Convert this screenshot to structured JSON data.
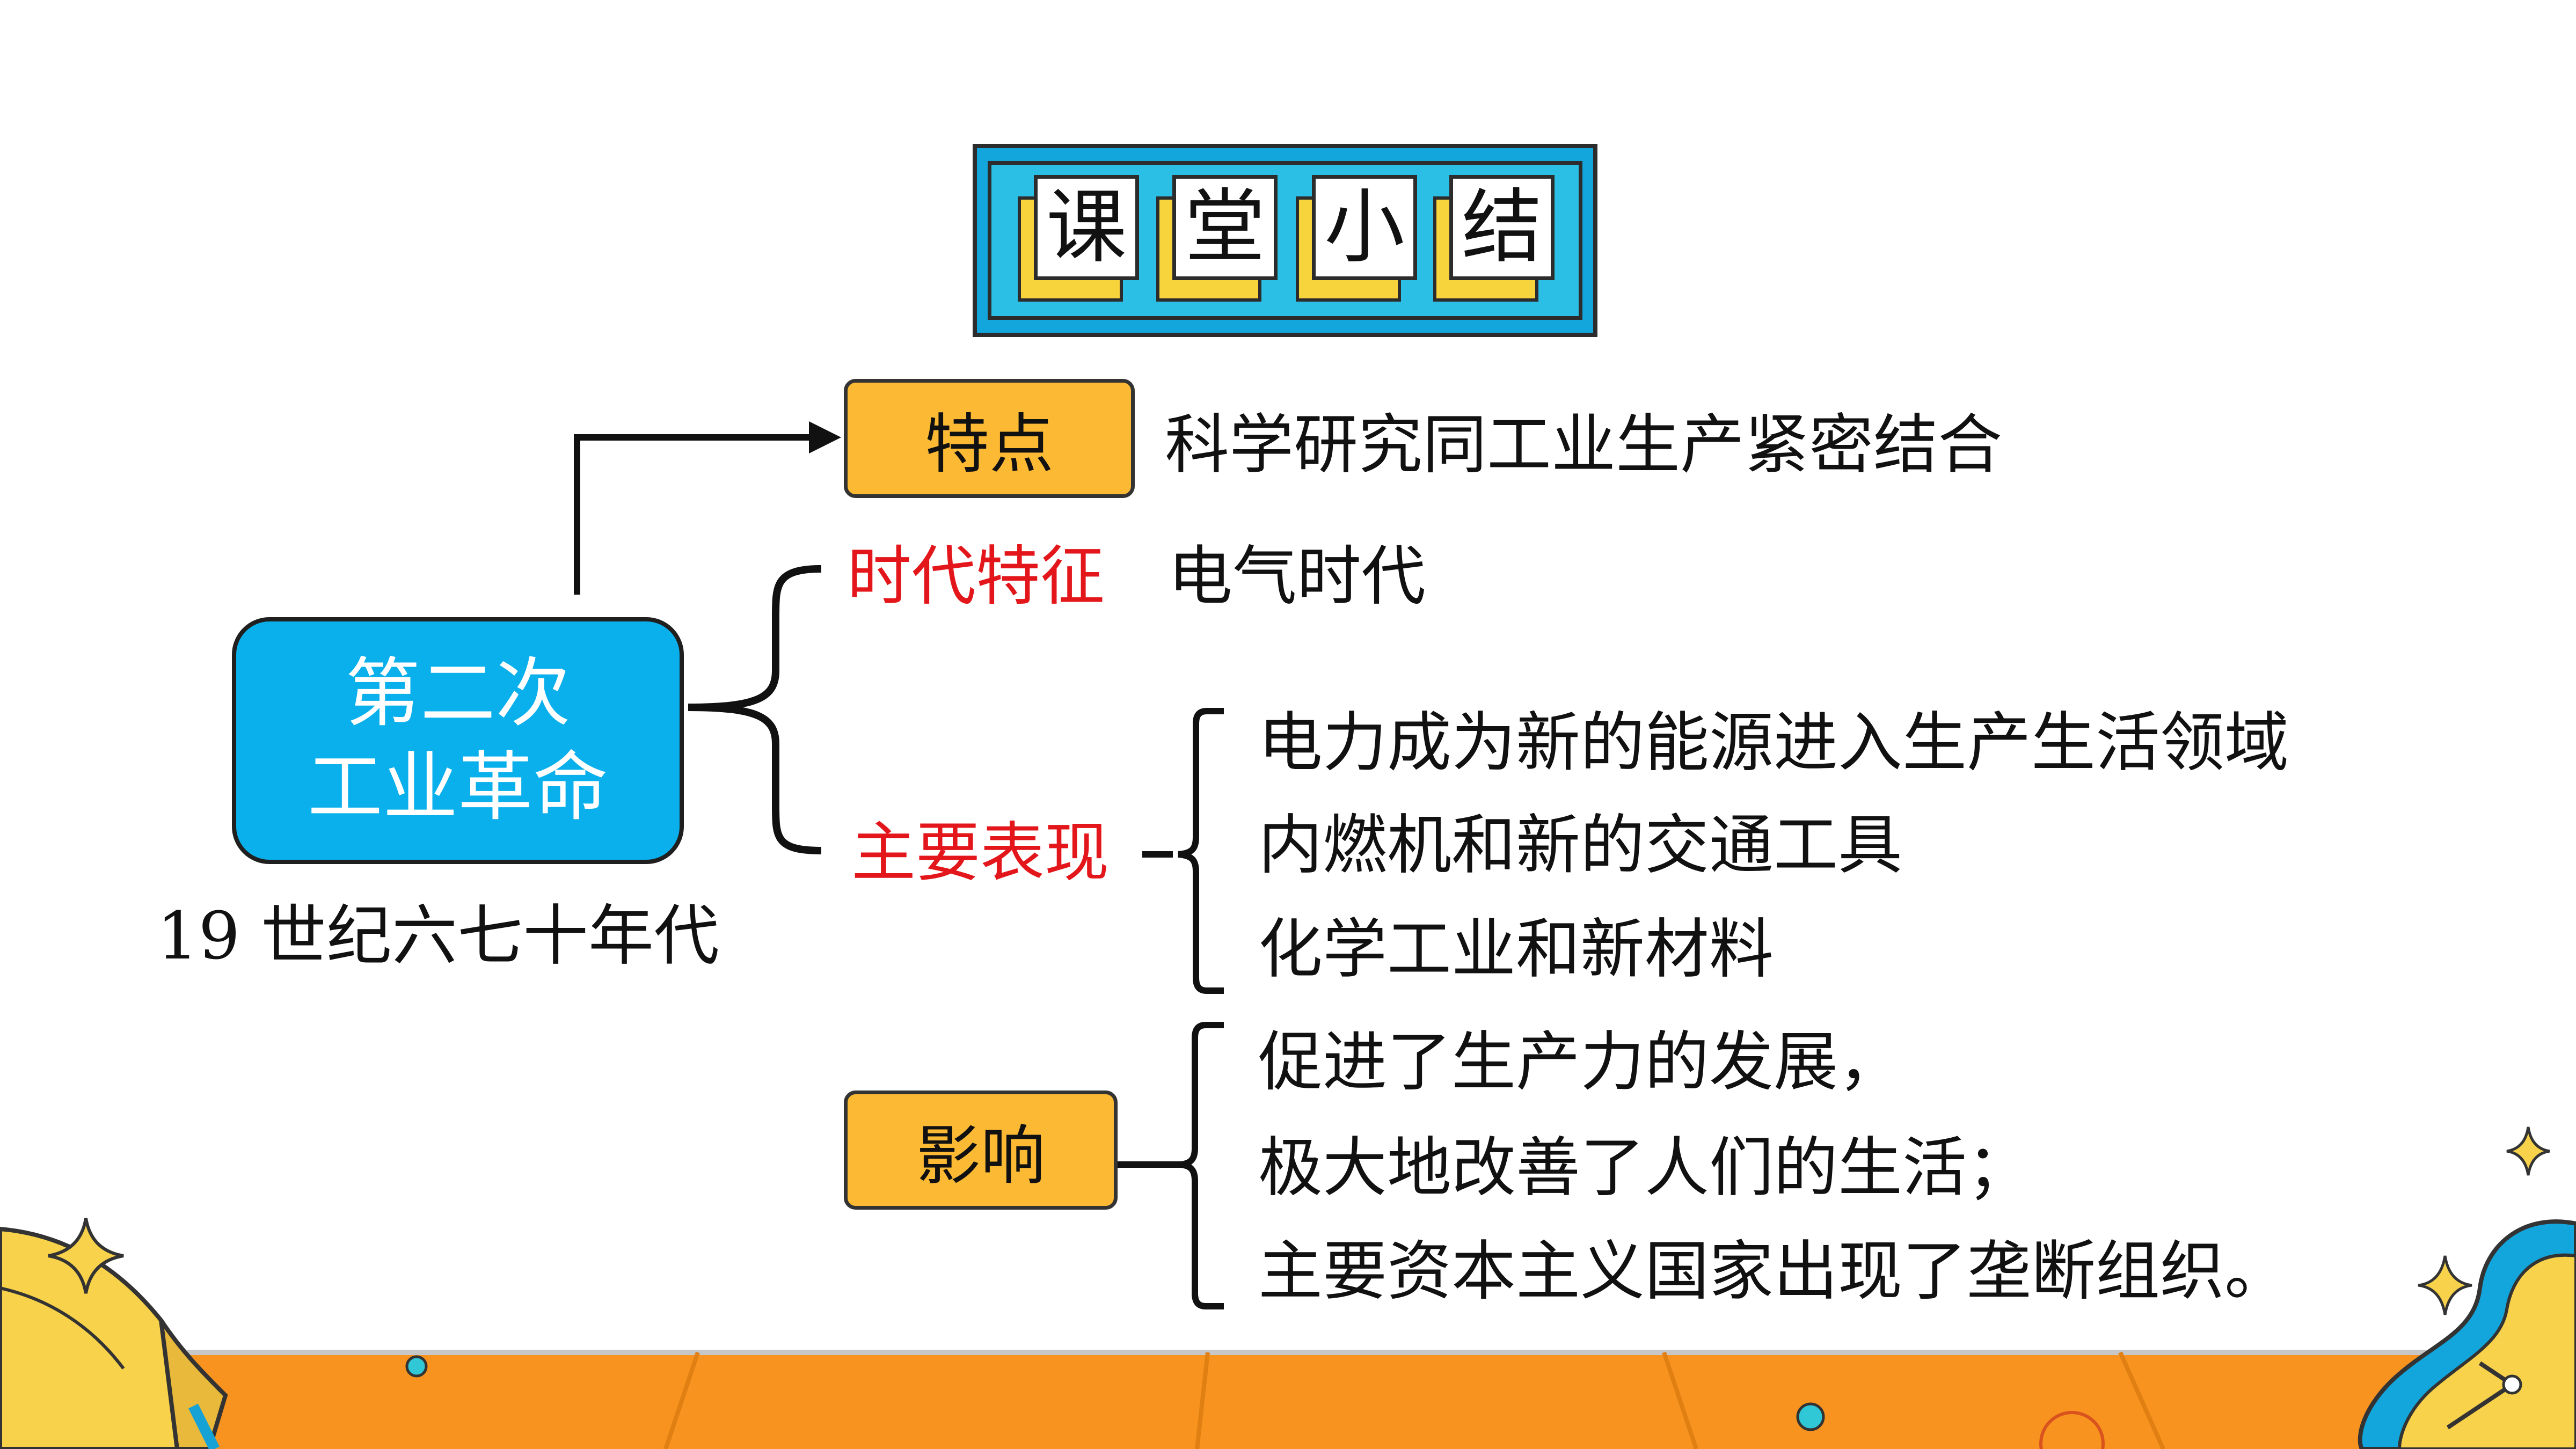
{
  "title": {
    "chars": [
      "课",
      "堂",
      "小",
      "结"
    ]
  },
  "center": {
    "line1": "第二次",
    "line2": "工业革命",
    "time": "19 世纪六七十年代"
  },
  "features": {
    "label": "特点",
    "text": "科学研究同工业生产紧密结合"
  },
  "era": {
    "label": "时代特征",
    "text": "电气时代"
  },
  "performance": {
    "label": "主要表现",
    "items": [
      "电力成为新的能源进入生产生活领域",
      "内燃机和新的交通工具",
      "化学工业和新材料"
    ]
  },
  "impact": {
    "label": "影响",
    "items": [
      "促进了生产力的发展，",
      "极大地改善了人们的生活；",
      "主要资本主义国家出现了垄断组织。"
    ]
  },
  "colors": {
    "title_blue": "#13a6dc",
    "tile_yellow": "#f7d33c",
    "node_blue": "#0ab0ec",
    "label_orange": "#fbb934",
    "label_red": "#e3171b",
    "footer_orange": "#f7931e"
  },
  "decorations": [
    "book-icon",
    "sparkle-icon",
    "clock-icon",
    "dot-icon"
  ]
}
